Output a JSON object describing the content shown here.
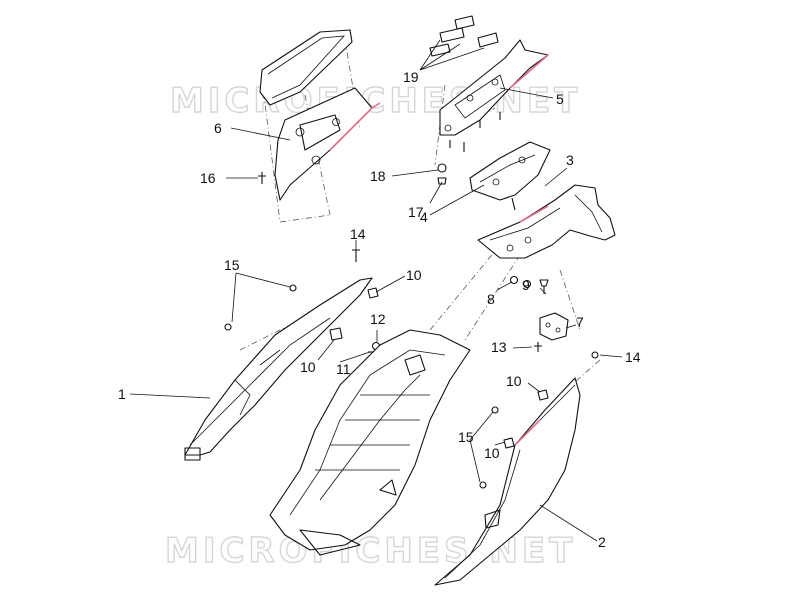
{
  "watermark": {
    "text": "MICROFICHES.NET"
  },
  "callouts": [
    {
      "id": "c1",
      "label": "1"
    },
    {
      "id": "c2",
      "label": "2"
    },
    {
      "id": "c3",
      "label": "3"
    },
    {
      "id": "c4",
      "label": "4"
    },
    {
      "id": "c5",
      "label": "5"
    },
    {
      "id": "c6",
      "label": "6"
    },
    {
      "id": "c7",
      "label": "7"
    },
    {
      "id": "c8",
      "label": "8"
    },
    {
      "id": "c9",
      "label": "9"
    },
    {
      "id": "c10a",
      "label": "10"
    },
    {
      "id": "c10b",
      "label": "10"
    },
    {
      "id": "c10c",
      "label": "10"
    },
    {
      "id": "c10d",
      "label": "10"
    },
    {
      "id": "c11",
      "label": "11"
    },
    {
      "id": "c12",
      "label": "12"
    },
    {
      "id": "c13",
      "label": "13"
    },
    {
      "id": "c14a",
      "label": "14"
    },
    {
      "id": "c14b",
      "label": "14"
    },
    {
      "id": "c15a",
      "label": "15"
    },
    {
      "id": "c15b",
      "label": "15"
    },
    {
      "id": "c16",
      "label": "16"
    },
    {
      "id": "c17",
      "label": "17"
    },
    {
      "id": "c18",
      "label": "18"
    },
    {
      "id": "c19",
      "label": "19"
    }
  ],
  "colors": {
    "line": "#111111",
    "accent": "#e26b88",
    "watermark": "#d6d6d6"
  }
}
